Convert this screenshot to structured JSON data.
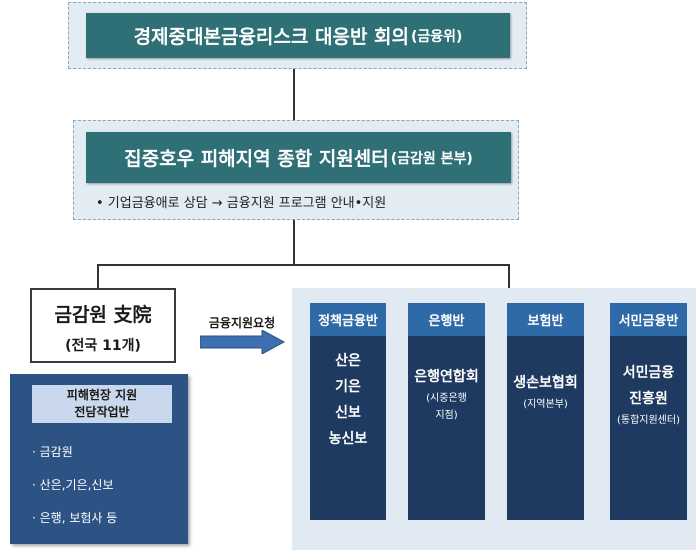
{
  "top_box": {
    "title": "경제중대본금융리스크 대응반 회의",
    "title_suffix": "(금융위)"
  },
  "center_box": {
    "title": "집중호우 피해지역 종합 지원센터",
    "title_suffix": "(금감원 본부)",
    "bullet": "• 기업금융애로 상담 → 금융지원 프로그램 안내•지원"
  },
  "branch_box": {
    "title": "금감원 支院",
    "subtitle": "(전국 11개)"
  },
  "arrow_label": "금융지원요청",
  "onsite_panel": {
    "header_line1": "피해현장 지원",
    "header_line2": "전담작업반",
    "items": [
      "· 금감원",
      "· 산은,기은,신보",
      "· 은행, 보험사 등"
    ]
  },
  "columns": [
    {
      "head": "정책금융반",
      "lines": [
        "산은",
        "기은",
        "신보",
        "농신보"
      ],
      "sub": []
    },
    {
      "head": "은행반",
      "lines": [
        "은행연합회"
      ],
      "sub": [
        "(시중은행",
        "지점)"
      ]
    },
    {
      "head": "보험반",
      "lines": [
        "생손보협회"
      ],
      "sub": [
        "(지역본부)"
      ]
    },
    {
      "head": "서민금융반",
      "lines": [
        "서민금융",
        "진흥원"
      ],
      "sub": [
        "(통합지원센터)"
      ]
    }
  ],
  "colors": {
    "teal": "#2f7077",
    "panel_bg": "#e3ebf3",
    "navy": "#1f3a60",
    "column_head": "#2f6aa8",
    "arrow": "#3e6fb0"
  }
}
